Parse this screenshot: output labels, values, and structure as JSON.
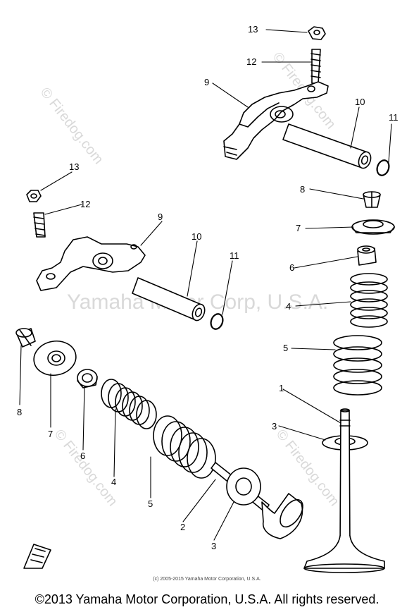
{
  "watermarks": {
    "firedog": "© Firedog.com",
    "main": "Yamaha Motor Corp, U.S.A."
  },
  "callouts": {
    "top_13": "13",
    "top_12": "12",
    "top_9": "9",
    "top_10": "10",
    "top_11": "11",
    "left_13": "13",
    "left_12": "12",
    "left_9": "9",
    "left_10": "10",
    "left_11": "11",
    "right_8": "8",
    "right_7": "7",
    "right_6": "6",
    "right_4": "4",
    "right_5": "5",
    "right_1": "1",
    "right_3": "3",
    "low_8": "8",
    "low_7": "7",
    "low_6": "6",
    "low_4": "4",
    "low_5": "5",
    "low_2": "2",
    "low_3": "3"
  },
  "small_copyright": "(c) 2005-2015 Yamaha Motor Corporation, U.S.A.",
  "footer": "©2013 Yamaha Motor Corporation, U.S.A. All rights reserved.",
  "colors": {
    "ink": "#000000",
    "watermark": "#d9d9d9",
    "paper": "#ffffff"
  }
}
